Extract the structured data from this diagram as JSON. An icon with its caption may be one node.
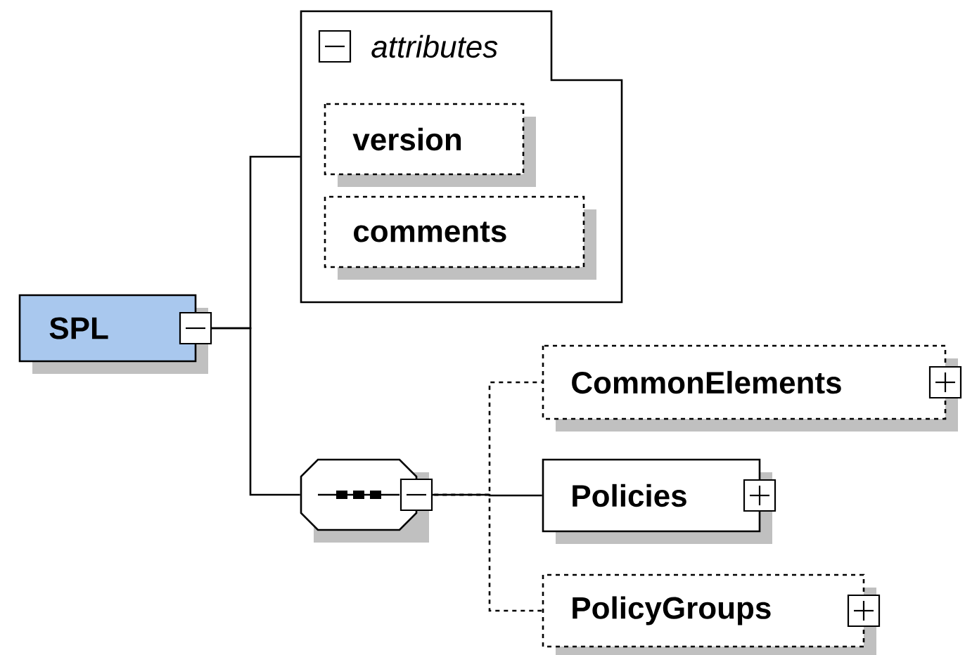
{
  "diagram": {
    "nodes": [
      {
        "text": [
          "SPL"
        ]
      },
      {
        "text": [
          "attributes"
        ]
      },
      {
        "text": [
          "version"
        ],
        "in": 1
      },
      {
        "text": [
          "comments"
        ],
        "in": 1
      },
      {
        "text": [],
        "shape": "octagon"
      },
      {
        "text": [
          "CommonElements"
        ]
      },
      {
        "text": [
          "Policies"
        ]
      },
      {
        "text": [
          "PolicyGroups"
        ]
      }
    ],
    "edges": [
      {
        "from": 0,
        "to": 1,
        "arrow": "none"
      },
      {
        "from": 0,
        "to": 4,
        "arrow": "none"
      },
      {
        "from": 4,
        "to": 5,
        "arrow": "none",
        "style": "dashed"
      },
      {
        "from": 4,
        "to": 6,
        "arrow": "none"
      },
      {
        "from": 4,
        "to": 7,
        "arrow": "none",
        "style": "dashed"
      }
    ]
  }
}
